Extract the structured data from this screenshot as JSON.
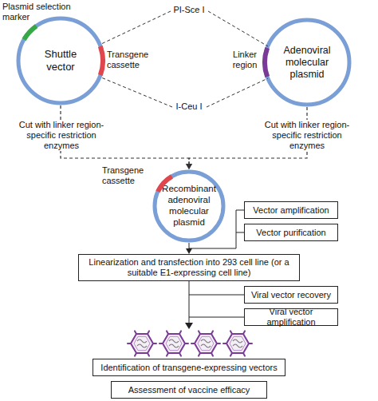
{
  "diagram": {
    "nodes": [
      {
        "text": [
          "Shuttle vector"
        ]
      },
      {
        "text": [
          "Adenoviral molecular plasmid"
        ]
      },
      {
        "text": [
          "Recombinant adenoviral molecular plasmid"
        ]
      },
      {
        "text": [
          "Vector amplification"
        ]
      },
      {
        "text": [
          "Vector purification"
        ]
      },
      {
        "text": [
          "Linearization and transfection into 293 cell line (or a suitable E1-expressing cell line)"
        ]
      },
      {
        "text": [
          "Viral vector recovery"
        ]
      },
      {
        "text": [
          "Viral vector amplification"
        ]
      },
      {
        "text": [
          "Identification of transgene-expressing vectors"
        ]
      },
      {
        "text": [
          "Assessment of vaccine efficacy"
        ]
      }
    ],
    "edges": [
      {
        "from": 0,
        "to": 2,
        "arrow": "to"
      },
      {
        "from": 1,
        "to": 2,
        "arrow": "to"
      },
      {
        "from": 2,
        "to": 5,
        "arrow": "to"
      }
    ],
    "labels": [
      "Plasmid selection marker",
      "PI-Sce I",
      "Transgene cassette",
      "Linker region",
      "I-Ceu I",
      "Cut with linker region-specific restriction enzymes",
      "Cut with linker region-specific restriction enzymes",
      "Transgene cassette"
    ]
  }
}
